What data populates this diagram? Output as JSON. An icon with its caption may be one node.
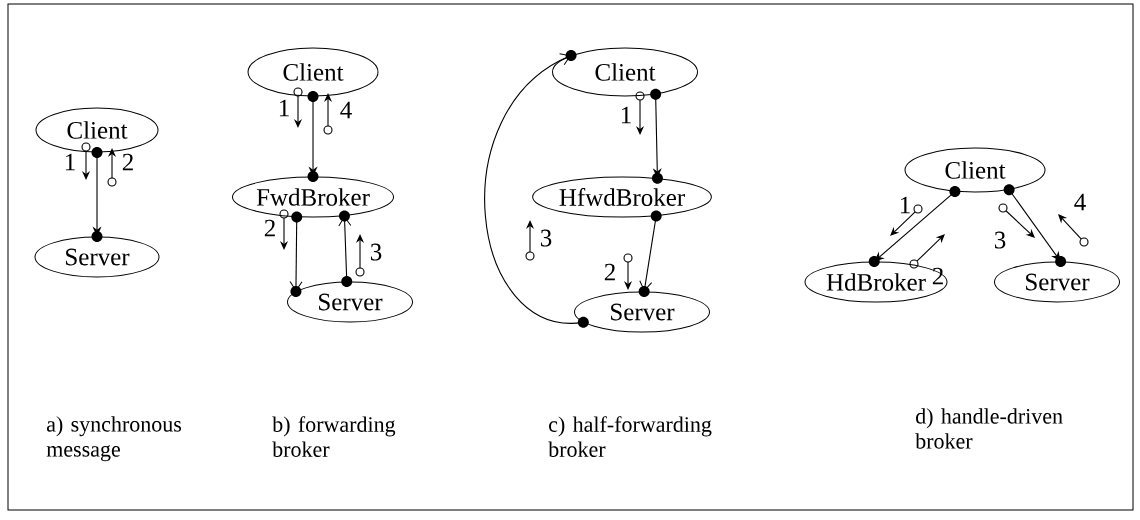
{
  "diagram": {
    "nodes": [
      {
        "text": [
          "Client"
        ]
      },
      {
        "text": [
          "Server"
        ]
      },
      {
        "text": [
          "Client"
        ]
      },
      {
        "text": [
          "FwdBroker"
        ]
      },
      {
        "text": [
          "Server"
        ]
      },
      {
        "text": [
          "Client"
        ]
      },
      {
        "text": [
          "HfwdBroker"
        ]
      },
      {
        "text": [
          "Server"
        ]
      },
      {
        "text": [
          "Client"
        ]
      },
      {
        "text": [
          "HdBroker"
        ]
      },
      {
        "text": [
          "Server"
        ]
      }
    ],
    "edges": [
      {
        "from": 0,
        "to": 1,
        "arrow": "to"
      },
      {
        "from": 2,
        "to": 3,
        "arrow": "to"
      },
      {
        "from": 3,
        "to": 4,
        "arrow": "to"
      },
      {
        "from": 4,
        "to": 3,
        "arrow": "to"
      },
      {
        "from": 5,
        "to": 6,
        "arrow": "to"
      },
      {
        "from": 6,
        "to": 7,
        "arrow": "to"
      },
      {
        "from": 7,
        "to": 5,
        "arrow": "to"
      },
      {
        "from": 8,
        "to": 9,
        "arrow": "to"
      },
      {
        "from": 8,
        "to": 10,
        "arrow": "to"
      }
    ],
    "labels": [
      "1",
      "2",
      "1",
      "4",
      "2",
      "3",
      "1",
      "3",
      "2",
      "1",
      "4",
      "3",
      "2",
      "a) synchronous message",
      "b) forwarding broker",
      "c) half-forwarding broker",
      "d) handle-driven broker"
    ]
  }
}
